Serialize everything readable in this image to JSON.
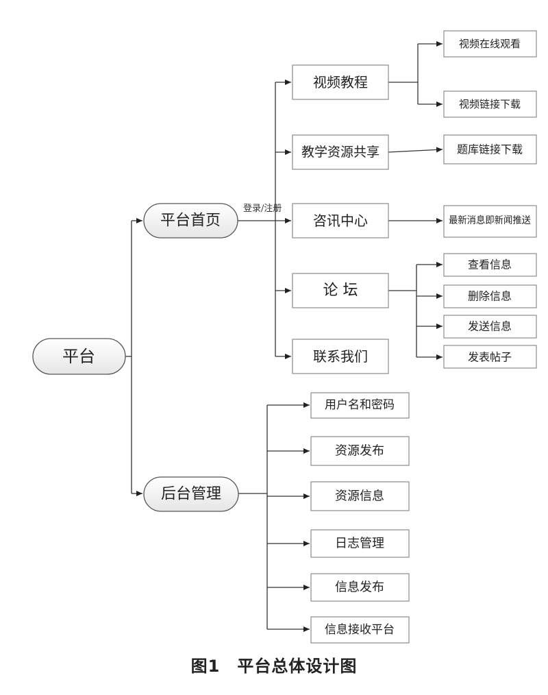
{
  "root": {
    "label": "平台"
  },
  "home": {
    "label": "平台首页",
    "edge_label": "登录/注册"
  },
  "admin": {
    "label": "后台管理"
  },
  "home_children": [
    {
      "id": "video",
      "label": "视频教程"
    },
    {
      "id": "share",
      "label": "教学资源共享"
    },
    {
      "id": "news",
      "label": "咨讯中心"
    },
    {
      "id": "forum",
      "label": "论 坛"
    },
    {
      "id": "contact",
      "label": "联系我们"
    }
  ],
  "video_children": [
    "视频在线观看",
    "视频链接下载"
  ],
  "share_children": [
    "题库链接下载"
  ],
  "news_children": [
    "最新消息即新闻推送"
  ],
  "forum_children": [
    "查看信息",
    "删除信息",
    "发送信息",
    "发表帖子"
  ],
  "admin_children": [
    "用户名和密码",
    "资源发布",
    "资源信息",
    "日志管理",
    "信息发布",
    "信息接收平台"
  ],
  "caption": "图1　平台总体设计图"
}
